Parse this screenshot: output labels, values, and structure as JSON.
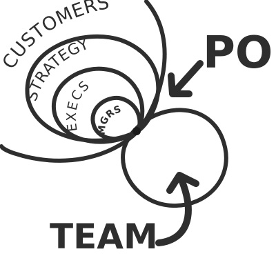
{
  "diagram": {
    "rings": [
      {
        "label": "CUSTOMERS"
      },
      {
        "label": "STRATEGY"
      },
      {
        "label": "EXECS"
      },
      {
        "label": "MGRS"
      }
    ],
    "po_label": "PO",
    "team_label": "TEAM",
    "ink_color": "#2e2e2e"
  }
}
